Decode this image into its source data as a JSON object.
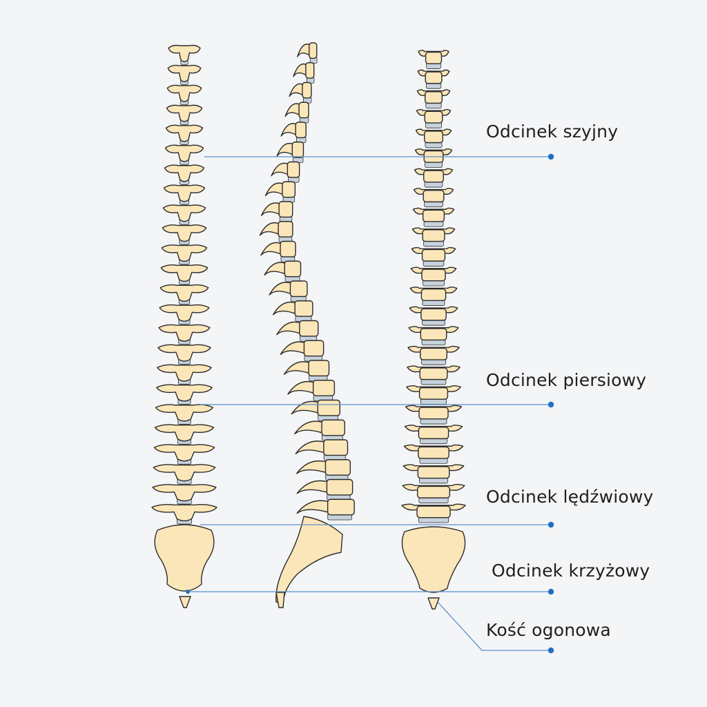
{
  "labels": {
    "cervical": "Odcinek szyjny",
    "thoracic": "Odcinek piersiowy",
    "lumbar": "Odcinek lędźwiowy",
    "sacral": "Odcinek krzyżowy",
    "coccyx": "Kość ogonowa"
  },
  "colors": {
    "background": "#f4f5f7",
    "bone": "#fbe6b9",
    "outline": "#2b2b2b",
    "disc": "#c7d2dc",
    "leader_line": "#5b8fc9",
    "dot": "#1f6fc7"
  }
}
